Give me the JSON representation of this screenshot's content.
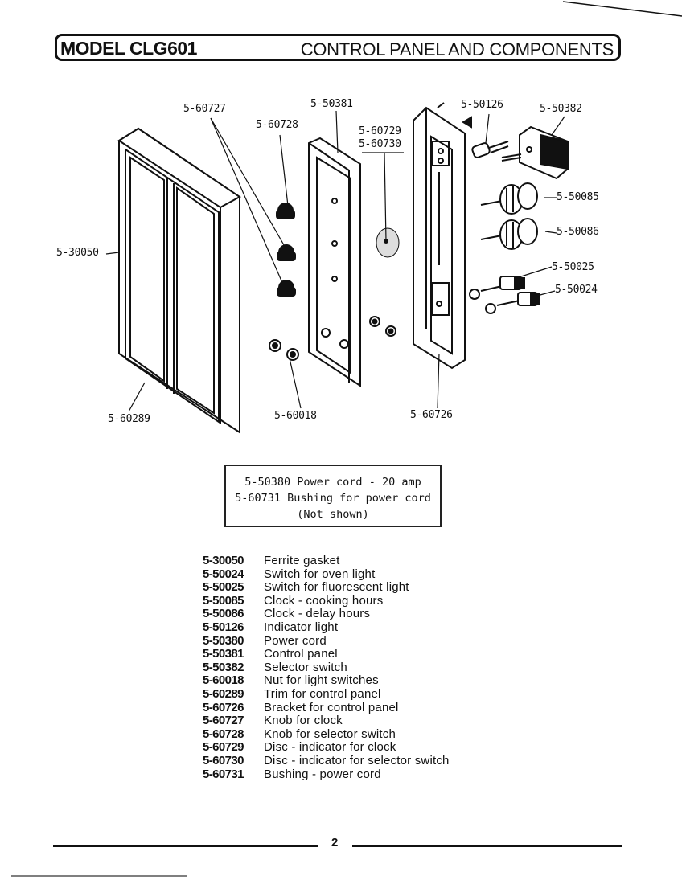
{
  "header": {
    "model": "MODEL CLG601",
    "title": "CONTROL PANEL AND COMPONENTS"
  },
  "callouts": {
    "c60727": "5-60727",
    "c50381": "5-50381",
    "c50126": "5-50126",
    "c50382": "5-50382",
    "c60728": "5-60728",
    "c60729": "5-60729",
    "c60730": "5-60730",
    "c50085": "5-50085",
    "c30050": "5-30050",
    "c50086": "5-50086",
    "c50025": "5-50025",
    "c50024": "5-50024",
    "c60289": "5-60289",
    "c60018": "5-60018",
    "c60726": "5-60726"
  },
  "note": {
    "line1": "5-50380 Power cord - 20 amp",
    "line2": "5-60731 Bushing for power cord",
    "line3": "(Not shown)"
  },
  "parts": [
    {
      "number": "5-30050",
      "description": "Ferrite gasket"
    },
    {
      "number": "5-50024",
      "description": "Switch for oven light"
    },
    {
      "number": "5-50025",
      "description": "Switch for fluorescent light"
    },
    {
      "number": "5-50085",
      "description": "Clock - cooking hours"
    },
    {
      "number": "5-50086",
      "description": "Clock - delay hours"
    },
    {
      "number": "5-50126",
      "description": "Indicator light"
    },
    {
      "number": "5-50380",
      "description": "Power cord"
    },
    {
      "number": "5-50381",
      "description": "Control panel"
    },
    {
      "number": "5-50382",
      "description": "Selector switch"
    },
    {
      "number": "5-60018",
      "description": "Nut for light switches"
    },
    {
      "number": "5-60289",
      "description": "Trim for control panel"
    },
    {
      "number": "5-60726",
      "description": "Bracket for control panel"
    },
    {
      "number": "5-60727",
      "description": "Knob for clock"
    },
    {
      "number": "5-60728",
      "description": "Knob for selector switch"
    },
    {
      "number": "5-60729",
      "description": "Disc - indicator for clock"
    },
    {
      "number": "5-60730",
      "description": "Disc - indicator for selector switch"
    },
    {
      "number": "5-60731",
      "description": "Bushing - power cord"
    }
  ],
  "footer": {
    "page_number": "2"
  }
}
